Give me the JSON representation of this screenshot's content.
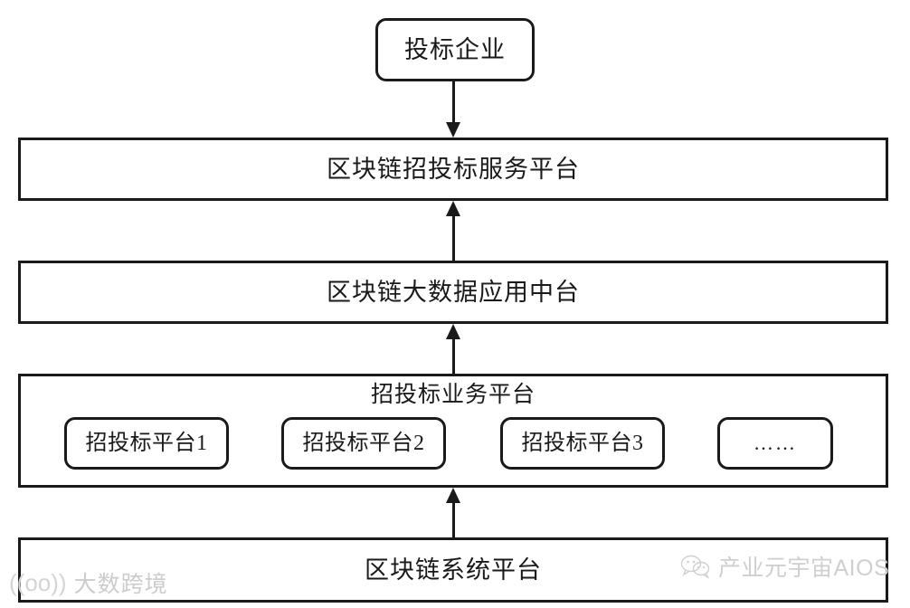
{
  "diagram": {
    "type": "layered-architecture-flow",
    "title_text": "",
    "colors": {
      "stroke": "#1a1a1a",
      "background": "#ffffff",
      "watermark": "#cfcfcf"
    },
    "nodes": [
      {
        "id": "bidder",
        "label": "投标企业",
        "shape": "rounded-rectangle",
        "layer": 0
      },
      {
        "id": "service-platform",
        "label": "区块链招投标服务平台",
        "shape": "rectangle",
        "layer": 1
      },
      {
        "id": "bigdata-platform",
        "label": "区块链大数据应用中台",
        "shape": "rectangle",
        "layer": 2
      },
      {
        "id": "business-platform",
        "label": "招投标业务平台",
        "shape": "rectangle-container",
        "layer": 3,
        "children": [
          {
            "id": "tender-platform-1",
            "label": "招投标平台1",
            "shape": "rounded-rectangle"
          },
          {
            "id": "tender-platform-2",
            "label": "招投标平台2",
            "shape": "rounded-rectangle"
          },
          {
            "id": "tender-platform-3",
            "label": "招投标平台3",
            "shape": "rounded-rectangle"
          },
          {
            "id": "tender-platform-more",
            "label": "……",
            "shape": "rounded-rectangle"
          }
        ]
      },
      {
        "id": "system-platform",
        "label": "区块链系统平台",
        "shape": "rectangle",
        "layer": 4
      }
    ],
    "connectors": [
      {
        "id": "bidder-to-service",
        "from": "bidder",
        "to": "service-platform",
        "direction": "down",
        "arrowhead": "filled-triangle"
      },
      {
        "id": "bigdata-to-service",
        "from": "bigdata-platform",
        "to": "service-platform",
        "direction": "up",
        "arrowhead": "filled-triangle"
      },
      {
        "id": "business-to-bigdata",
        "from": "business-platform",
        "to": "bigdata-platform",
        "direction": "up",
        "arrowhead": "filled-triangle"
      },
      {
        "id": "system-to-business",
        "from": "system-platform",
        "to": "business-platform",
        "direction": "up",
        "arrowhead": "filled-triangle"
      }
    ]
  },
  "watermarks": {
    "left": {
      "mark": "((oo))",
      "text": "大数跨境"
    },
    "right": {
      "icon": "wechat-icon",
      "text": "产业元宇宙AIOS"
    }
  }
}
